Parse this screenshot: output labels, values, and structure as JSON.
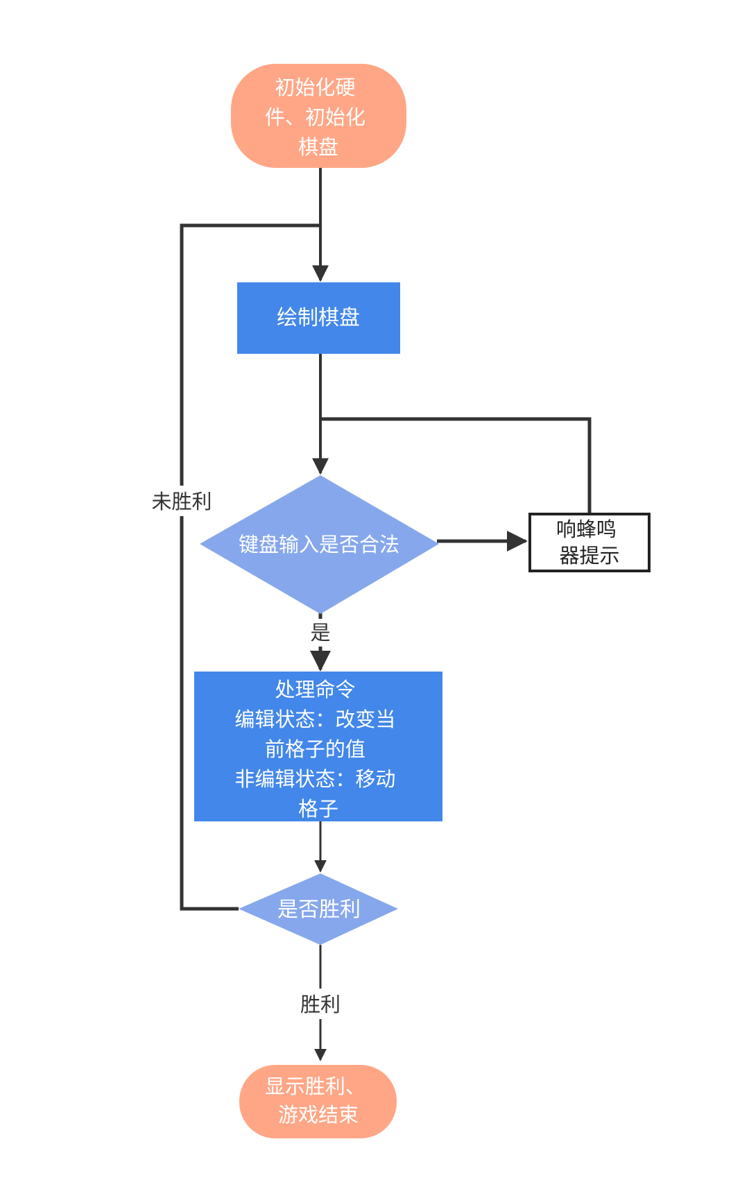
{
  "colors": {
    "terminal_fill": "#F9A88C",
    "process_fill": "#4A86DB",
    "decision_fill": "#8AA7E2",
    "box_outline": "#222222",
    "line": "#333333",
    "white_text": "#ffffff",
    "dark_text": "#222222"
  },
  "nodes": {
    "start": {
      "lines": [
        "初始化硬",
        "件、初始化",
        "棋盘"
      ]
    },
    "draw_board": {
      "lines": [
        "绘制棋盘"
      ]
    },
    "check_input": {
      "lines": [
        "键盘输入是否合法"
      ]
    },
    "buzzer": {
      "lines": [
        "响蜂鸣",
        "器提示"
      ]
    },
    "process_command": {
      "lines": [
        "处理命令",
        "编辑状态：改变当",
        "前格子的值",
        "非编辑状态：移动",
        "格子"
      ]
    },
    "check_win": {
      "lines": [
        "是否胜利"
      ]
    },
    "end": {
      "lines": [
        "显示胜利、",
        "游戏结束"
      ]
    }
  },
  "edge_labels": {
    "not_won": "未胜利",
    "yes": "是",
    "won": "胜利"
  }
}
